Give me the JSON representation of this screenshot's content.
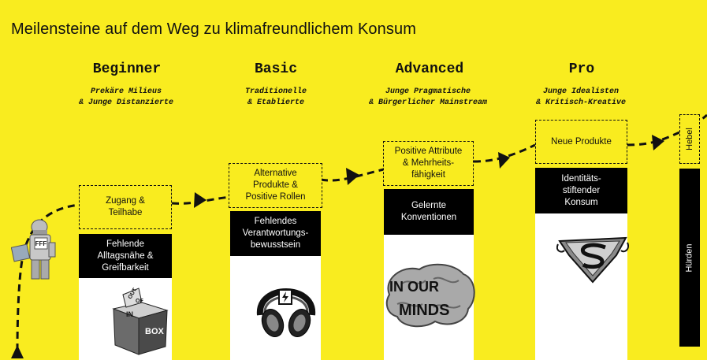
{
  "title": "Meilensteine auf dem Weg zu klimafreundlichem Konsum",
  "stages": [
    {
      "name": "Beginner",
      "segments": "Prekäre Milieus\n& Junge Distanzierte",
      "lever": "Zugang &\nTeilhabe",
      "hurdle": "Fehlende\nAlltagsnähe &\nGreifbarkeit"
    },
    {
      "name": "Basic",
      "segments": "Traditionelle\n& Etablierte",
      "lever": "Alternative\nProdukte &\nPositive Rollen",
      "hurdle": "Fehlendes\nVerantwortungs-\nbewusstsein"
    },
    {
      "name": "Advanced",
      "segments": "Junge Pragmatische\n& Bürgerlicher Mainstream",
      "lever": "Positive Attribute\n& Mehrheits-\nfähigkeit",
      "hurdle": "Gelernte\nKonventionen"
    },
    {
      "name": "Pro",
      "segments": "Junge Idealisten\n& Kritisch-Kreative",
      "lever": "Neue Produkte",
      "hurdle": "Identitäts-\nstiftender\nKonsum"
    }
  ],
  "legend": {
    "lever": "Hebel",
    "hurdle": "Hürden"
  },
  "illustrations": {
    "figure_badge": "FFF",
    "box_out": "OUT",
    "box_of": "OF",
    "box_in": "IN",
    "box_word": "BOX",
    "brain_line1": "IN OUR",
    "brain_line2": "MINDS"
  },
  "colors": {
    "background": "#F9EC1F",
    "hurdle": "#000000",
    "column": "#FFFFFF",
    "text": "#111111"
  }
}
